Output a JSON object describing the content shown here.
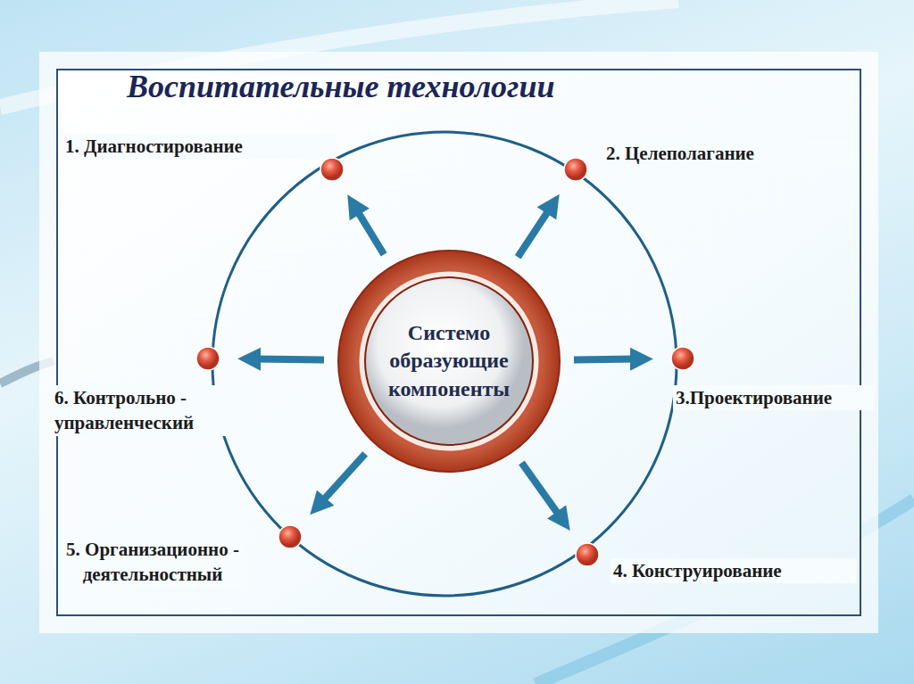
{
  "diagram": {
    "title": "Воспитательные технологии",
    "nodes": [
      {
        "text": [
          "1. Диагностирование"
        ]
      },
      {
        "text": [
          "2. Целеполагание"
        ]
      },
      {
        "text": [
          "Системо образующие компоненты"
        ]
      },
      {
        "text": [
          "6. Контрольно - управленческий"
        ]
      },
      {
        "text": [
          "3.Проектирование"
        ]
      },
      {
        "text": [
          "5. Организационно - деятельностный"
        ]
      },
      {
        "text": [
          "4. Конструирование"
        ]
      }
    ],
    "edges": [
      {
        "from": 2,
        "to": 0,
        "arrow": "to"
      },
      {
        "from": 2,
        "to": 1,
        "arrow": "to"
      },
      {
        "from": 2,
        "to": 4,
        "arrow": "to"
      },
      {
        "from": 2,
        "to": 6,
        "arrow": "to"
      },
      {
        "from": 2,
        "to": 5,
        "arrow": "to"
      },
      {
        "from": 2,
        "to": 3,
        "arrow": "to"
      }
    ]
  }
}
